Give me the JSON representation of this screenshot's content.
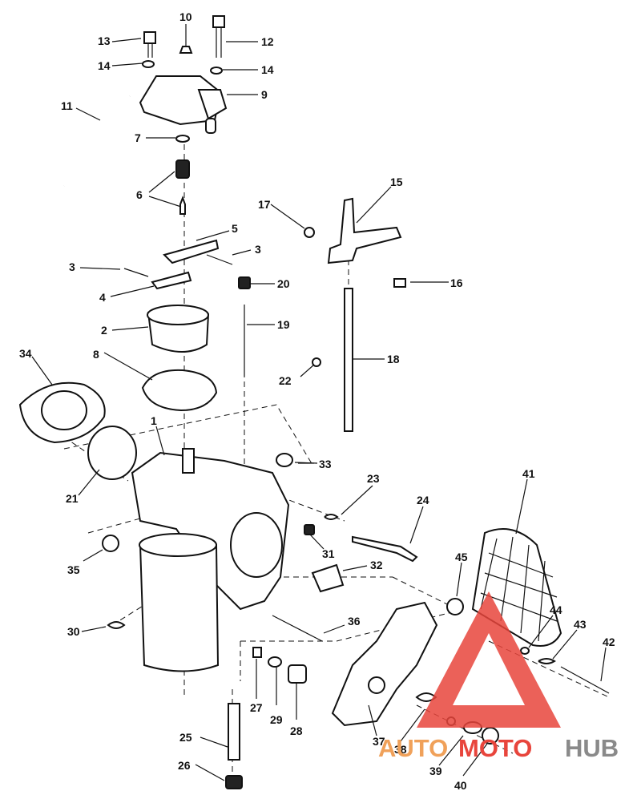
{
  "callouts": [
    "1",
    "2",
    "3",
    "4",
    "5",
    "6",
    "7",
    "8",
    "9",
    "10",
    "11",
    "12",
    "13",
    "14",
    "15",
    "16",
    "17",
    "18",
    "19",
    "20",
    "21",
    "22",
    "23",
    "24",
    "25",
    "26",
    "27",
    "28",
    "29",
    "30",
    "31",
    "32",
    "33",
    "34",
    "35",
    "36",
    "37",
    "38",
    "39",
    "40",
    "41",
    "42",
    "43",
    "44",
    "45"
  ],
  "watermark": {
    "part_a": "AUTO",
    "part_b": "MOTO",
    "part_c": "HUB",
    "colors": {
      "red": "#e8453c",
      "orange": "#f0a15a",
      "gray": "#8a8a8a"
    }
  }
}
